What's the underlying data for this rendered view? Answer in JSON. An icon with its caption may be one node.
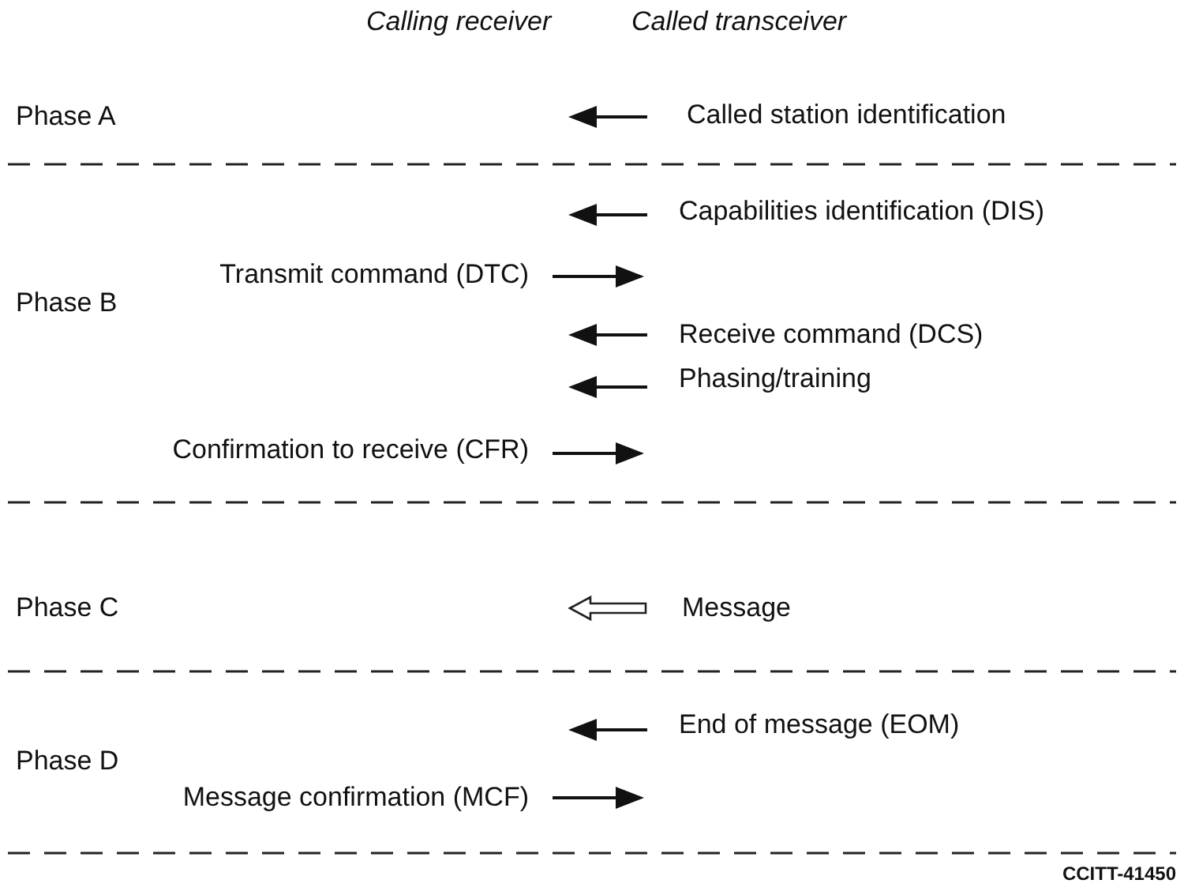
{
  "diagram": {
    "labels": [
      "Calling receiver",
      "Called transceiver",
      "Phase A",
      "Called station identification",
      "Capabilities identification (DIS)",
      "Transmit command (DTC)",
      "Phase B",
      "Receive command (DCS)",
      "Phasing/training",
      "Confirmation to receive (CFR)",
      "Phase C",
      "Message",
      "Phase D",
      "End of message (EOM)",
      "Message confirmation (MCF)",
      "CCITT-41450"
    ]
  }
}
